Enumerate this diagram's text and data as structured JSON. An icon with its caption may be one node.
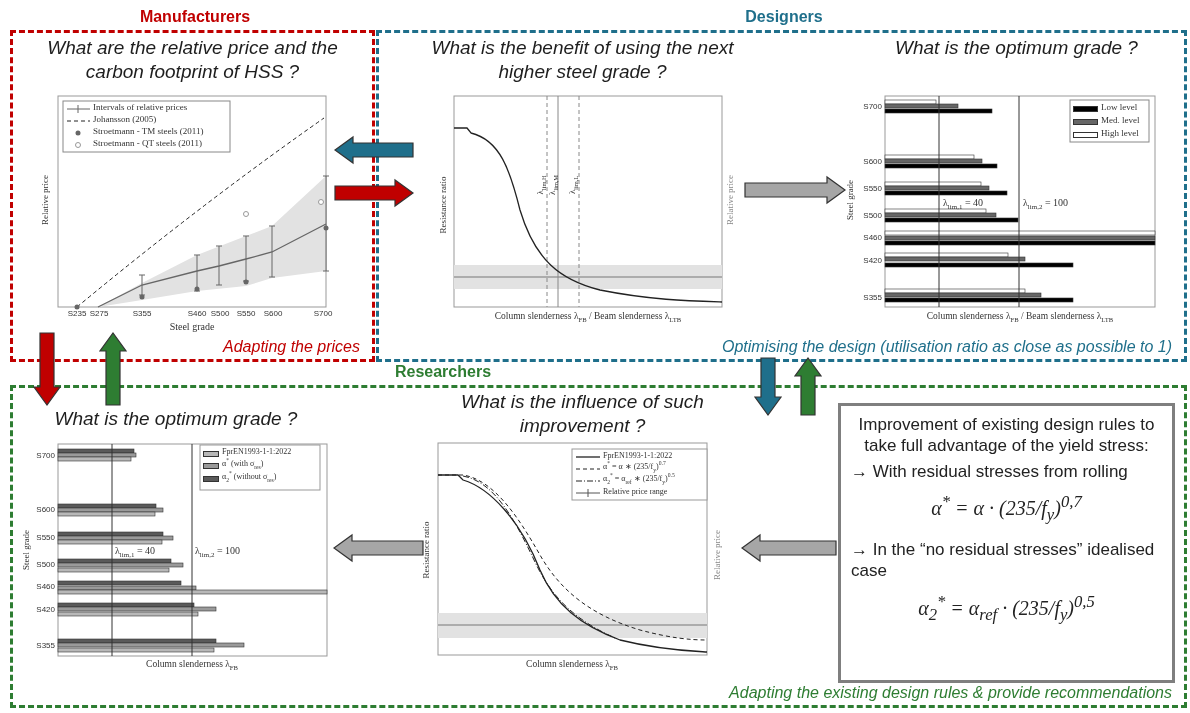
{
  "diagram": {
    "nodes": [
      {
        "text": [
          "Manufacturers",
          "Adapting the prices"
        ]
      },
      {
        "text": [
          "What are the relative price and the carbon footprint of HSS ?"
        ],
        "in": 0
      },
      {
        "text": [
          "Designers",
          "Optimising the design (utilisation ratio as close as possible to 1)"
        ]
      },
      {
        "text": [
          "What is the benefit of using the next higher steel grade ?"
        ],
        "in": 2
      },
      {
        "text": [
          "What is the optimum grade ?"
        ],
        "in": 2
      },
      {
        "text": [
          "Researchers",
          "Adapting the existing design rules & provide recommendations"
        ]
      },
      {
        "text": [
          "What is the optimum grade ?"
        ],
        "in": 5
      },
      {
        "text": [
          "What is the influence of such improvement ?"
        ],
        "in": 5
      },
      {
        "text": [
          "Improvement of existing design rules to take full advantage of the yield stress:",
          "→ With residual stresses from rolling",
          "α$^{*}$ = α · (235/f$_{y}$)$^{0,7}$",
          "→ In the “no residual stresses” idealised case",
          "α$_{2}$$^{*}$ = α$_{ref}$ · (235/f$_{y}$)$^{0,5}$"
        ],
        "in": 5
      }
    ],
    "edges": [
      {
        "from": 2,
        "to": 0,
        "arrow": "to",
        "color": "#1f6f8b"
      },
      {
        "from": 0,
        "to": 2,
        "arrow": "to",
        "color": "#c00000"
      },
      {
        "from": 3,
        "to": 4,
        "arrow": "to"
      },
      {
        "from": 0,
        "to": 5,
        "arrow": "to",
        "color": "#c00000"
      },
      {
        "from": 5,
        "to": 0,
        "arrow": "to",
        "color": "#2e7d32"
      },
      {
        "from": 2,
        "to": 5,
        "arrow": "to",
        "color": "#1f6f8b"
      },
      {
        "from": 5,
        "to": 2,
        "arrow": "to",
        "color": "#2e7d32"
      },
      {
        "from": 8,
        "to": 7,
        "arrow": "to"
      },
      {
        "from": 7,
        "to": 6,
        "arrow": "to"
      }
    ],
    "labels": [
      "Relative price",
      "S235",
      "S275",
      "S355",
      "S460",
      "S500",
      "S550",
      "S600",
      "S700",
      "Steel grade",
      "Resistance ratio",
      "λ$_{lim,H}$",
      "λ$_{lim,M}$",
      "λ$_{lim,L}$",
      "Relative price",
      "Column slenderness λ$_{FB}$ / Beam slenderness λ$_{LTB}$",
      "S700",
      "S600",
      "S550",
      "S500",
      "S460",
      "S420",
      "S355",
      "Steel grade",
      "λ$_{lim,1}$ = 40",
      "λ$_{lim,2}$ = 100",
      "Column slenderness λ$_{FB}$ / Beam slenderness λ$_{LTB}$",
      "S700",
      "S600",
      "S550",
      "S500",
      "S460",
      "S420",
      "S355",
      "Steel grade",
      "λ$_{lim,1}$ = 40",
      "λ$_{lim,2}$ = 100",
      "Column slenderness λ$_{FB}$",
      "Resistance ratio",
      "Relative price",
      "Column slenderness λ$_{FB}$"
    ],
    "legend": [
      {
        "text": "Intervals of relative prices"
      },
      {
        "text": "Johansson (2005)"
      },
      {
        "text": "Stroetmann - TM steels (2011)"
      },
      {
        "text": "Stroetmann - QT steels (2011)"
      },
      {
        "text": "Low level",
        "color": "#000000"
      },
      {
        "text": "Med. level",
        "color": "#666666"
      },
      {
        "text": "High level",
        "color": "#ffffff"
      },
      {
        "text": "FprEN1993-1-1:2022",
        "color": "#b8b8b8"
      },
      {
        "text": "α$^{*}$ (with σ$_{res}$)",
        "color": "#9a9a9a"
      },
      {
        "text": "α$_{2}$$^{*}$ (without σ$_{res}$)",
        "color": "#5a5a5a"
      },
      {
        "text": "FprEN1993-1-1:2022"
      },
      {
        "text": "α$^{*}$ = α ∗ (235/f$_{y}$)$^{0.7}$"
      },
      {
        "text": "α$_{2}$$^{*}$ = α$_{ref}$ ∗ (235/f$_{y}$)$^{0.5}$"
      },
      {
        "text": "Relative price range"
      }
    ]
  }
}
